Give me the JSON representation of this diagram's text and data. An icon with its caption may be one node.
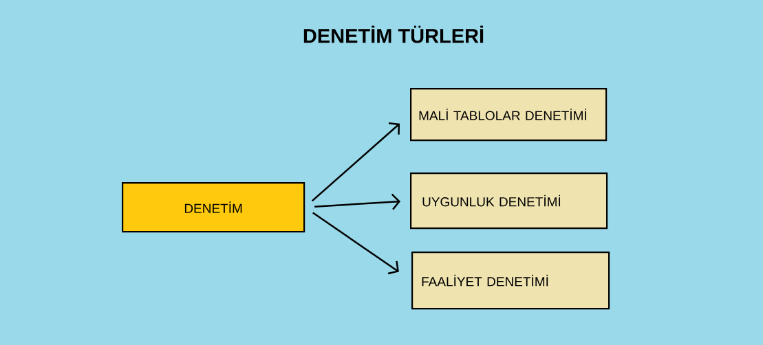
{
  "diagram": {
    "title": "DENETİM TÜRLERİ",
    "nodes": [
      {
        "text": [
          "DENETİM"
        ]
      },
      {
        "text": [
          "MALİ TABLOLAR DENETİMİ"
        ]
      },
      {
        "text": [
          "UYGUNLUK DENETİMİ"
        ]
      },
      {
        "text": [
          "FAALİYET DENETİMİ"
        ]
      }
    ],
    "edges": [
      {
        "from": 0,
        "to": 1,
        "arrow": "to"
      },
      {
        "from": 0,
        "to": 2,
        "arrow": "to"
      },
      {
        "from": 0,
        "to": 3,
        "arrow": "to"
      }
    ]
  }
}
